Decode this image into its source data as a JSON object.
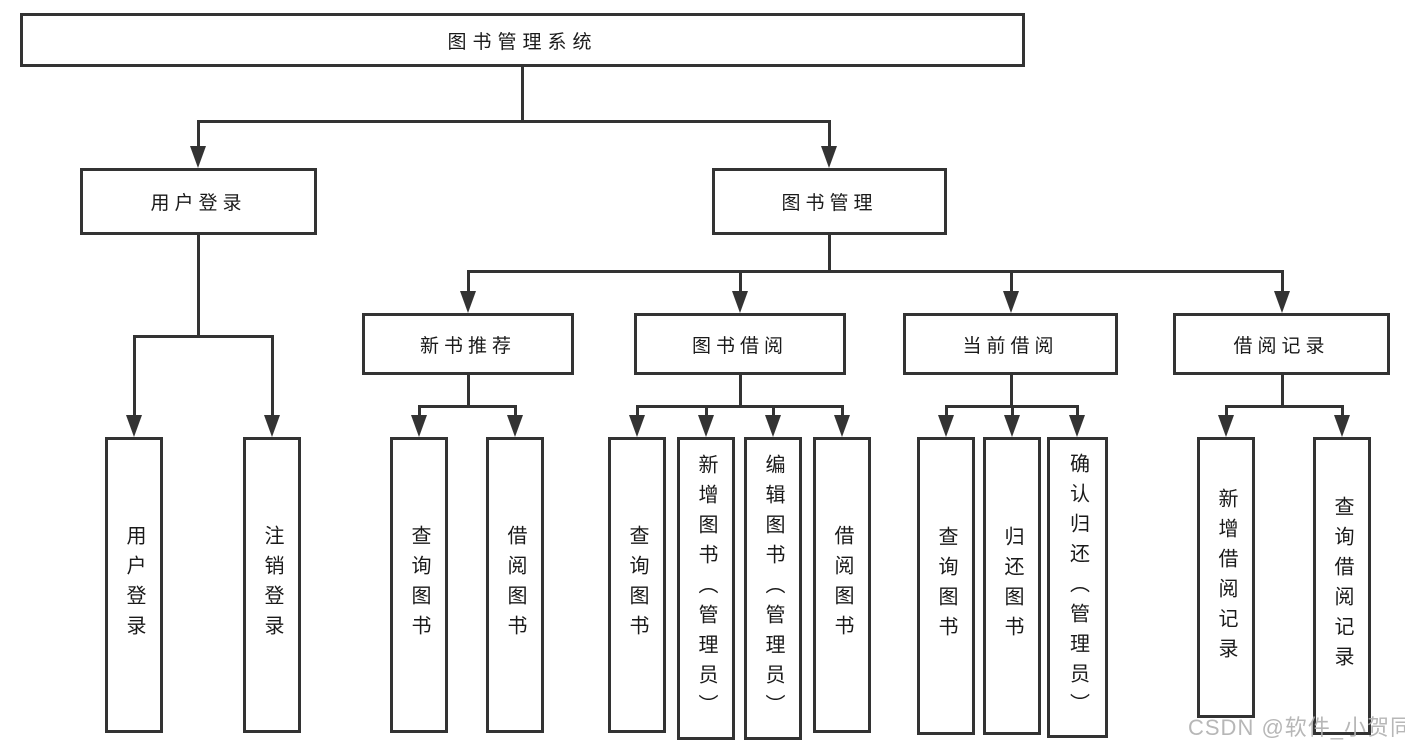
{
  "diagram": {
    "title": "图书管理系统",
    "type": "functional-structure-tree",
    "tree": {
      "label": "图书管理系统",
      "children": [
        {
          "label": "用户登录",
          "children": [
            {
              "label": "用户登录"
            },
            {
              "label": "注销登录"
            }
          ]
        },
        {
          "label": "图书管理",
          "children": [
            {
              "label": "新书推荐",
              "children": [
                {
                  "label": "查询图书"
                },
                {
                  "label": "借阅图书"
                }
              ]
            },
            {
              "label": "图书借阅",
              "children": [
                {
                  "label": "查询图书"
                },
                {
                  "label": "新增图书（管理员）"
                },
                {
                  "label": "编辑图书（管理员）"
                },
                {
                  "label": "借阅图书"
                }
              ]
            },
            {
              "label": "当前借阅",
              "children": [
                {
                  "label": "查询图书"
                },
                {
                  "label": "归还图书"
                },
                {
                  "label": "确认归还（管理员）"
                }
              ]
            },
            {
              "label": "借阅记录",
              "children": [
                {
                  "label": "新增借阅记录"
                },
                {
                  "label": "查询借阅记录"
                }
              ]
            }
          ]
        }
      ]
    },
    "colors": {
      "line": "#333333",
      "box_border": "#333333",
      "box_background": "#ffffff",
      "text": "#1a1a1a",
      "watermark": "#b0b0b0"
    }
  },
  "watermark": {
    "text": "CSDN @软件_小贺同学"
  }
}
